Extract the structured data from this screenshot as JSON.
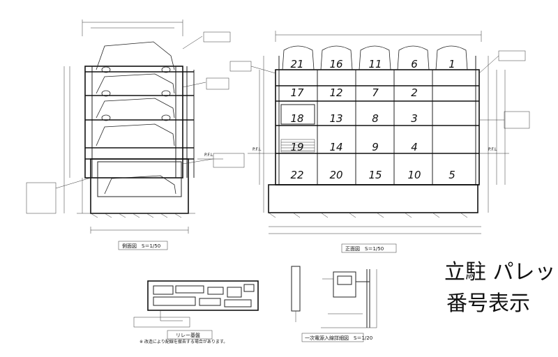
{
  "captions": {
    "side_view": "側面図　S＝1/50",
    "front_view": "正面図　S＝1/50",
    "relay": "リレー基盤",
    "detail": "一次電源入線詳細図　S＝1/20",
    "note": "※ 改造により配線を撤去する場合があります。"
  },
  "handwriting": {
    "line1": "立駐 パレット",
    "line2": "番号表示"
  },
  "labels": {
    "pfl": "P.F.L"
  },
  "pallets": [
    {
      "row": 0,
      "col": 0,
      "number": "21"
    },
    {
      "row": 0,
      "col": 1,
      "number": "16"
    },
    {
      "row": 0,
      "col": 2,
      "number": "11"
    },
    {
      "row": 0,
      "col": 3,
      "number": "6"
    },
    {
      "row": 0,
      "col": 4,
      "number": "1"
    },
    {
      "row": 1,
      "col": 0,
      "number": "17"
    },
    {
      "row": 1,
      "col": 1,
      "number": "12"
    },
    {
      "row": 1,
      "col": 2,
      "number": "7"
    },
    {
      "row": 1,
      "col": 3,
      "number": "2"
    },
    {
      "row": 2,
      "col": 0,
      "number": "18"
    },
    {
      "row": 2,
      "col": 1,
      "number": "13"
    },
    {
      "row": 2,
      "col": 2,
      "number": "8"
    },
    {
      "row": 2,
      "col": 3,
      "number": "3"
    },
    {
      "row": 3,
      "col": 0,
      "number": "19"
    },
    {
      "row": 3,
      "col": 1,
      "number": "14"
    },
    {
      "row": 3,
      "col": 2,
      "number": "9"
    },
    {
      "row": 3,
      "col": 3,
      "number": "4"
    },
    {
      "row": 4,
      "col": 0,
      "number": "22"
    },
    {
      "row": 4,
      "col": 1,
      "number": "20"
    },
    {
      "row": 4,
      "col": 2,
      "number": "15"
    },
    {
      "row": 4,
      "col": 3,
      "number": "10"
    },
    {
      "row": 4,
      "col": 4,
      "number": "5"
    }
  ]
}
